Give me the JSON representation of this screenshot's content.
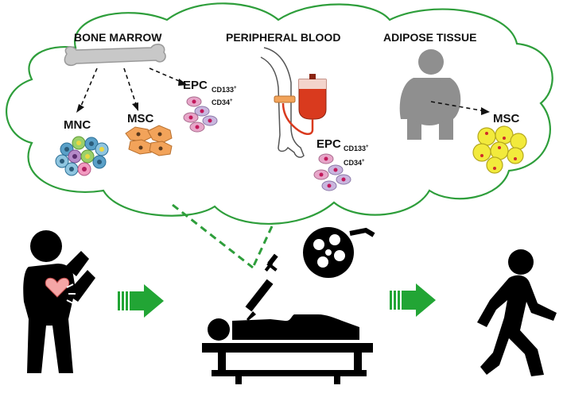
{
  "cloud": {
    "sources": [
      {
        "title": "BONE MARROW"
      },
      {
        "title": "PERIPHERAL BLOOD"
      },
      {
        "title": "ADIPOSE TISSUE"
      }
    ],
    "bone_marrow": {
      "mnc_label": "MNC",
      "msc_label": "MSC",
      "epc_label": "EPC",
      "marker_cd133": "CD133",
      "marker_cd34": "CD34",
      "marker_sup": "+"
    },
    "peripheral_blood": {
      "epc_label": "EPC",
      "marker_cd133": "CD133",
      "marker_cd34": "CD34",
      "marker_sup": "+"
    },
    "adipose": {
      "msc_label": "MSC"
    }
  },
  "colors": {
    "cloud_outline": "#2e9e3b",
    "arrow_green": "#22a535",
    "figure_black": "#000000",
    "blood_red": "#d93a1e",
    "adipose_yellow": "#f2ea3c",
    "msc_orange": "#f2a35a",
    "epc_pink": "#e7a6c9",
    "epc_lilac": "#c9b6de",
    "body_grey": "#8f8f8f"
  },
  "icons": [
    "femur-bone-icon",
    "arm-iv-bag-icon",
    "obese-person-icon",
    "heart-attack-person-icon",
    "syringe-icon",
    "surgical-lamp-icon",
    "patient-on-table-icon",
    "walking-person-icon",
    "green-arrow-icon"
  ]
}
